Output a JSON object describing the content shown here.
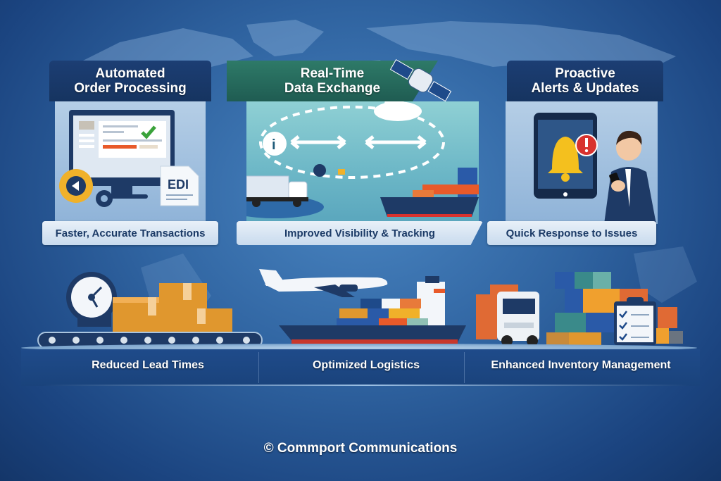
{
  "panels": [
    {
      "title_line1": "Automated",
      "title_line2": "Order Processing",
      "caption": "Faster, Accurate Transactions",
      "icons": [
        "monitor-icon",
        "checkmark-icon",
        "gear-icon",
        "edi-document-icon"
      ],
      "document_label": "EDI",
      "header_color": "#163460"
    },
    {
      "title_line1": "Real-Time",
      "title_line2": "Data Exchange",
      "caption": "Improved Visibility & Tracking",
      "icons": [
        "satellite-icon",
        "cloud-icon",
        "info-icon",
        "bidirectional-arrow-icon",
        "truck-icon",
        "cargo-ship-icon"
      ],
      "header_color": "#1f5c52"
    },
    {
      "title_line1": "Proactive",
      "title_line2": "Alerts & Updates",
      "caption": "Quick Response to Issues",
      "icons": [
        "tablet-icon",
        "bell-icon",
        "alert-icon",
        "businessman-with-phone"
      ],
      "header_color": "#163460"
    }
  ],
  "benefits": [
    {
      "label": "Reduced Lead Times",
      "icons": [
        "clock-icon",
        "boxes-icon",
        "conveyor-belt-icon"
      ]
    },
    {
      "label": "Optimized Logistics",
      "icons": [
        "airplane-icon",
        "container-ship-icon"
      ]
    },
    {
      "label": "Enhanced Inventory Management",
      "icons": [
        "semi-truck-icon",
        "containers-icon",
        "checklist-clipboard-icon"
      ]
    }
  ],
  "footer": {
    "text": "© Commport Communications"
  },
  "colors": {
    "background": "#2f63a0",
    "header_blue": "#163460",
    "header_green": "#1f5c52",
    "caption_text": "#1b3a66",
    "accent_orange": "#e8952e",
    "alert_red": "#d8322e",
    "check_green": "#3aa23a"
  }
}
